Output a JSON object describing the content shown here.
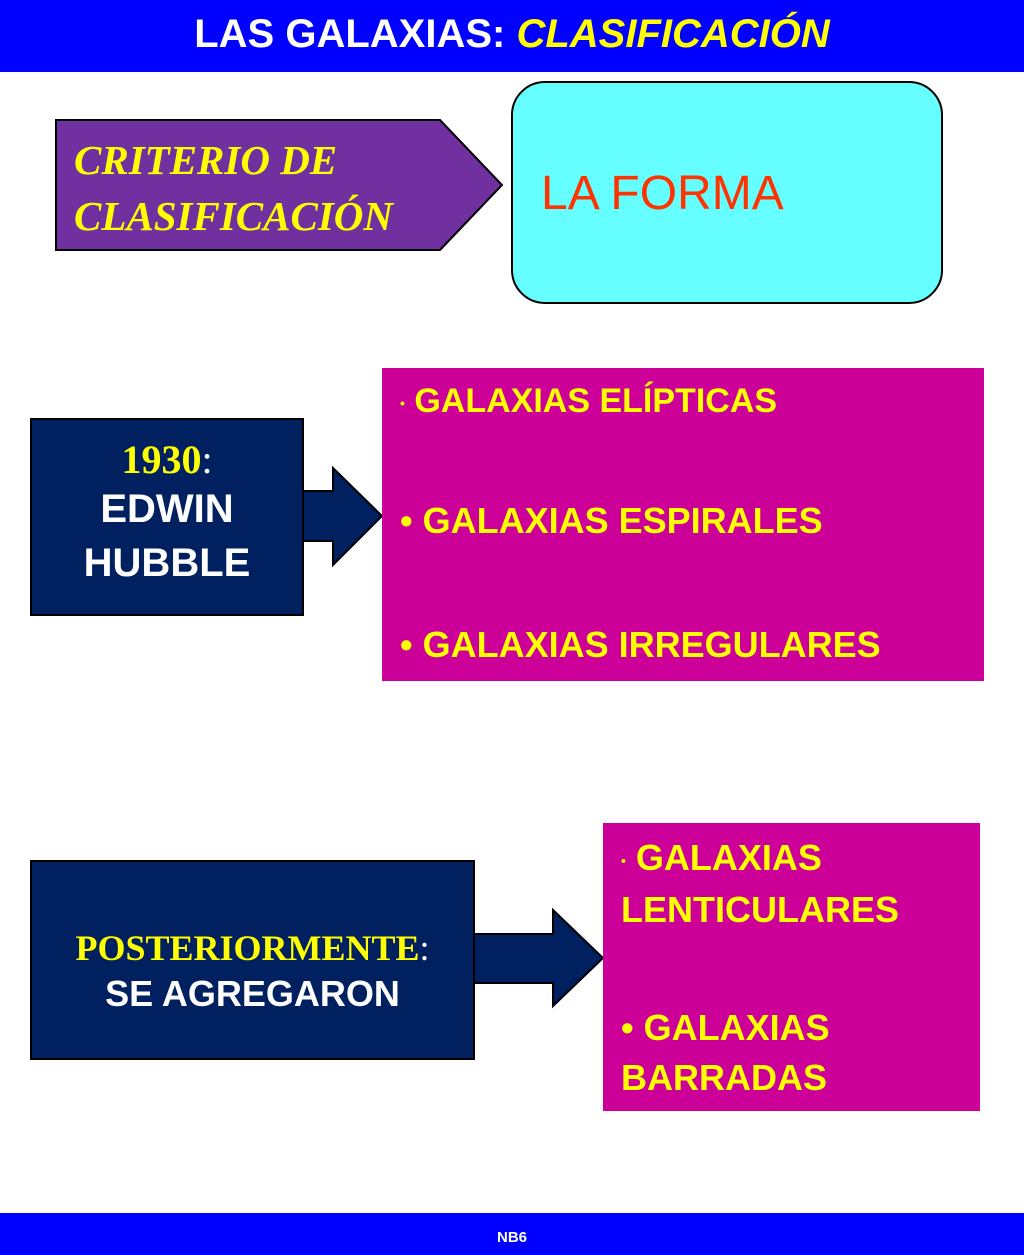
{
  "header": {
    "title_main": "LAS GALAXIAS: ",
    "title_accent": "CLASIFICACIÓN"
  },
  "criterio": {
    "label_line1": "CRITERIO DE",
    "label_line2": "CLASIFICACIÓN"
  },
  "forma": {
    "label": "LA FORMA"
  },
  "hubble": {
    "year": "1930",
    "colon": ":",
    "name_line1": "EDWIN",
    "name_line2": "HUBBLE"
  },
  "types": {
    "items": [
      {
        "bullet": "•",
        "label": "GALAXIAS ELÍPTICAS"
      },
      {
        "bullet": "•",
        "label": "GALAXIAS  ESPIRALES"
      },
      {
        "bullet": "•",
        "label": "GALAXIAS IRREGULARES"
      }
    ]
  },
  "posterior": {
    "lead": "POSTERIORMENTE",
    "colon": ":",
    "sub": "SE AGREGARON"
  },
  "added": {
    "items": [
      {
        "bullet": "•",
        "line1": "GALAXIAS",
        "line2": "LENTICULARES"
      },
      {
        "bullet": "•",
        "line1": "GALAXIAS",
        "line2": "BARRADAS"
      }
    ]
  },
  "footer": {
    "code": "NB6"
  },
  "colors": {
    "banner": "#0000ff",
    "title_text": "#ffffff",
    "title_accent": "#ffff00",
    "criterio_fill": "#7030a0",
    "forma_fill": "#66ffff",
    "forma_text": "#ff3300",
    "navy_box": "#002060",
    "magenta_box": "#cc0099",
    "list_text": "#ffff00"
  }
}
